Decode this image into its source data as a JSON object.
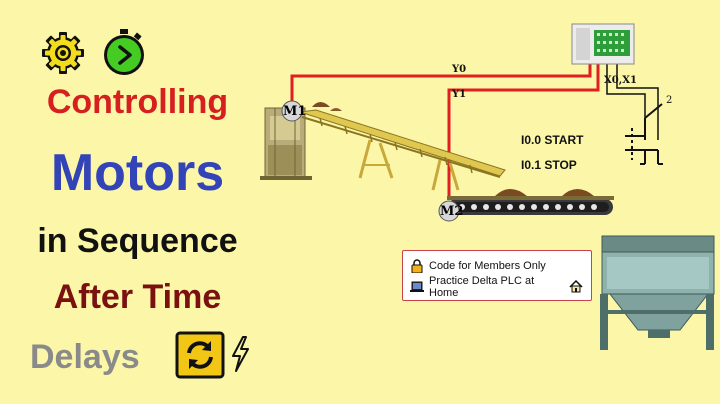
{
  "title": {
    "line1": "Controlling",
    "line2": "Motors",
    "line3": "in Sequence",
    "line4": "After Time",
    "line5": "Delays"
  },
  "diagram": {
    "motor1_label": "M1",
    "motor2_label": "M2",
    "output_y0": "Y0",
    "output_y1": "Y1",
    "input_label": "X0,X1",
    "switch_number": "2",
    "io_start": "I0.0 START",
    "io_stop": "I0.1 STOP"
  },
  "links": {
    "members": "Code for Members Only",
    "practice": "Practice Delta PLC at Home"
  },
  "colors": {
    "background": "#fbf6a8",
    "line1": "#d62020",
    "line2": "#3344b8",
    "line3": "#111111",
    "line4": "#7a1010",
    "line5": "#8a8a8a",
    "wire": "#e02020",
    "gear": "#f2dc1c",
    "timer": "#44cc22",
    "refresh": "#f2c614",
    "box_border": "#c8424a"
  },
  "icons": [
    "gear-icon",
    "stopwatch-icon",
    "refresh-icon",
    "lightning-icon",
    "lock-icon",
    "laptop-icon",
    "home-icon",
    "plc-device",
    "hopper-icon",
    "conveyor-belt"
  ]
}
